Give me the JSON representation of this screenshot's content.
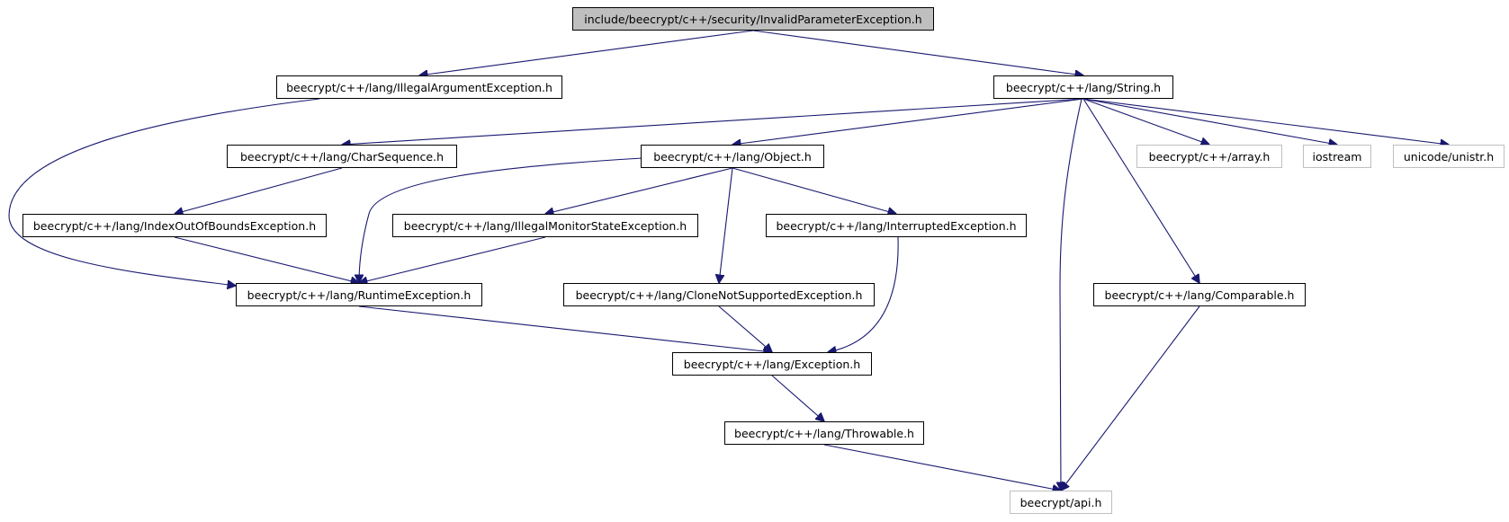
{
  "colors": {
    "edge": "#191970",
    "root_fill": "#bfbfbf",
    "external_border": "#bfbfbf"
  },
  "nodes": [
    {
      "id": "n0",
      "label": "include/beecrypt/c++/security/InvalidParameterException.h",
      "kind": "root"
    },
    {
      "id": "n1",
      "label": "beecrypt/c++/lang/IllegalArgumentException.h",
      "kind": "normal"
    },
    {
      "id": "n2",
      "label": "beecrypt/c++/lang/String.h",
      "kind": "normal"
    },
    {
      "id": "n3",
      "label": "beecrypt/c++/lang/CharSequence.h",
      "kind": "normal"
    },
    {
      "id": "n4",
      "label": "beecrypt/c++/lang/Object.h",
      "kind": "normal"
    },
    {
      "id": "n5",
      "label": "beecrypt/c++/array.h",
      "kind": "external"
    },
    {
      "id": "n6",
      "label": "iostream",
      "kind": "external"
    },
    {
      "id": "n7",
      "label": "unicode/unistr.h",
      "kind": "external"
    },
    {
      "id": "n8",
      "label": "beecrypt/c++/lang/IndexOutOfBoundsException.h",
      "kind": "normal"
    },
    {
      "id": "n9",
      "label": "beecrypt/c++/lang/IllegalMonitorStateException.h",
      "kind": "normal"
    },
    {
      "id": "n10",
      "label": "beecrypt/c++/lang/InterruptedException.h",
      "kind": "normal"
    },
    {
      "id": "n11",
      "label": "beecrypt/c++/lang/RuntimeException.h",
      "kind": "normal"
    },
    {
      "id": "n12",
      "label": "beecrypt/c++/lang/CloneNotSupportedException.h",
      "kind": "normal"
    },
    {
      "id": "n13",
      "label": "beecrypt/c++/lang/Comparable.h",
      "kind": "normal"
    },
    {
      "id": "n14",
      "label": "beecrypt/c++/lang/Exception.h",
      "kind": "normal"
    },
    {
      "id": "n15",
      "label": "beecrypt/c++/lang/Throwable.h",
      "kind": "normal"
    },
    {
      "id": "n16",
      "label": "beecrypt/api.h",
      "kind": "external"
    }
  ],
  "edges": [
    {
      "from": "n0",
      "to": "n1"
    },
    {
      "from": "n0",
      "to": "n2"
    },
    {
      "from": "n1",
      "to": "n11"
    },
    {
      "from": "n2",
      "to": "n3"
    },
    {
      "from": "n2",
      "to": "n4"
    },
    {
      "from": "n2",
      "to": "n5"
    },
    {
      "from": "n2",
      "to": "n6"
    },
    {
      "from": "n2",
      "to": "n7"
    },
    {
      "from": "n2",
      "to": "n13"
    },
    {
      "from": "n2",
      "to": "n16"
    },
    {
      "from": "n3",
      "to": "n8"
    },
    {
      "from": "n4",
      "to": "n11"
    },
    {
      "from": "n4",
      "to": "n9"
    },
    {
      "from": "n4",
      "to": "n12"
    },
    {
      "from": "n4",
      "to": "n10"
    },
    {
      "from": "n8",
      "to": "n11"
    },
    {
      "from": "n9",
      "to": "n11"
    },
    {
      "from": "n11",
      "to": "n14"
    },
    {
      "from": "n12",
      "to": "n14"
    },
    {
      "from": "n10",
      "to": "n14"
    },
    {
      "from": "n13",
      "to": "n16"
    },
    {
      "from": "n14",
      "to": "n15"
    },
    {
      "from": "n15",
      "to": "n16"
    }
  ]
}
